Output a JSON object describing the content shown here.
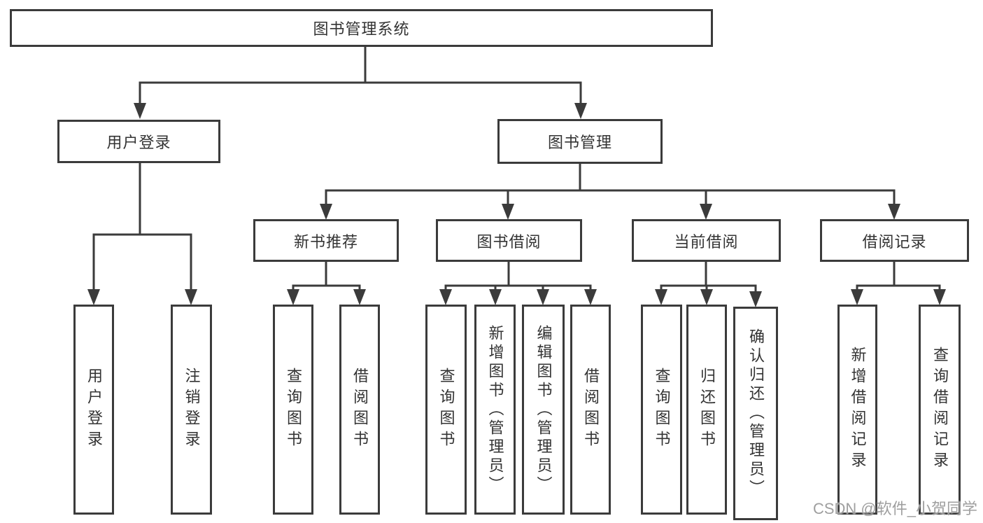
{
  "diagram": {
    "root": {
      "label": "图书管理系统",
      "children": [
        {
          "label": "用户登录",
          "children": [
            {
              "label": "用户登录"
            },
            {
              "label": "注销登录"
            }
          ]
        },
        {
          "label": "图书管理",
          "children": [
            {
              "label": "新书推荐",
              "children": [
                {
                  "label": "查询图书"
                },
                {
                  "label": "借阅图书"
                }
              ]
            },
            {
              "label": "图书借阅",
              "children": [
                {
                  "label": "查询图书"
                },
                {
                  "label": "新增图书（管理员）"
                },
                {
                  "label": "编辑图书（管理员）"
                },
                {
                  "label": "借阅图书"
                }
              ]
            },
            {
              "label": "当前借阅",
              "children": [
                {
                  "label": "查询图书"
                },
                {
                  "label": "归还图书"
                },
                {
                  "label": "确认归还（管理员）"
                }
              ]
            },
            {
              "label": "借阅记录",
              "children": [
                {
                  "label": "新增借阅记录"
                },
                {
                  "label": "查询借阅记录"
                }
              ]
            }
          ]
        }
      ]
    }
  },
  "watermark": {
    "text": "CSDN @软件_小贺同学"
  },
  "colors": {
    "line": "#3b3b3b",
    "box_border": "#3b3b3b",
    "text": "#333333",
    "watermark": "#9f9f9f",
    "background": "#ffffff"
  }
}
